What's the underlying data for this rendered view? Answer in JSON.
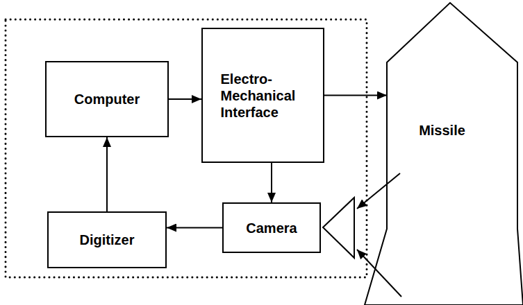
{
  "diagram": {
    "nodes": [
      {
        "text": [
          "Computer"
        ]
      },
      {
        "text": [
          "Electro- Mechanical Interface"
        ]
      },
      {
        "text": [
          "Missile"
        ]
      },
      {
        "text": [
          "Digitizer"
        ]
      },
      {
        "text": [
          "Camera"
        ]
      }
    ],
    "edges": [
      {
        "from": 0,
        "to": 1,
        "arrow": "to"
      },
      {
        "from": 1,
        "to": 2,
        "arrow": "to"
      },
      {
        "from": 1,
        "to": 4,
        "arrow": "to"
      },
      {
        "from": 4,
        "to": 3,
        "arrow": "to"
      },
      {
        "from": 3,
        "to": 0,
        "arrow": "to"
      }
    ]
  }
}
